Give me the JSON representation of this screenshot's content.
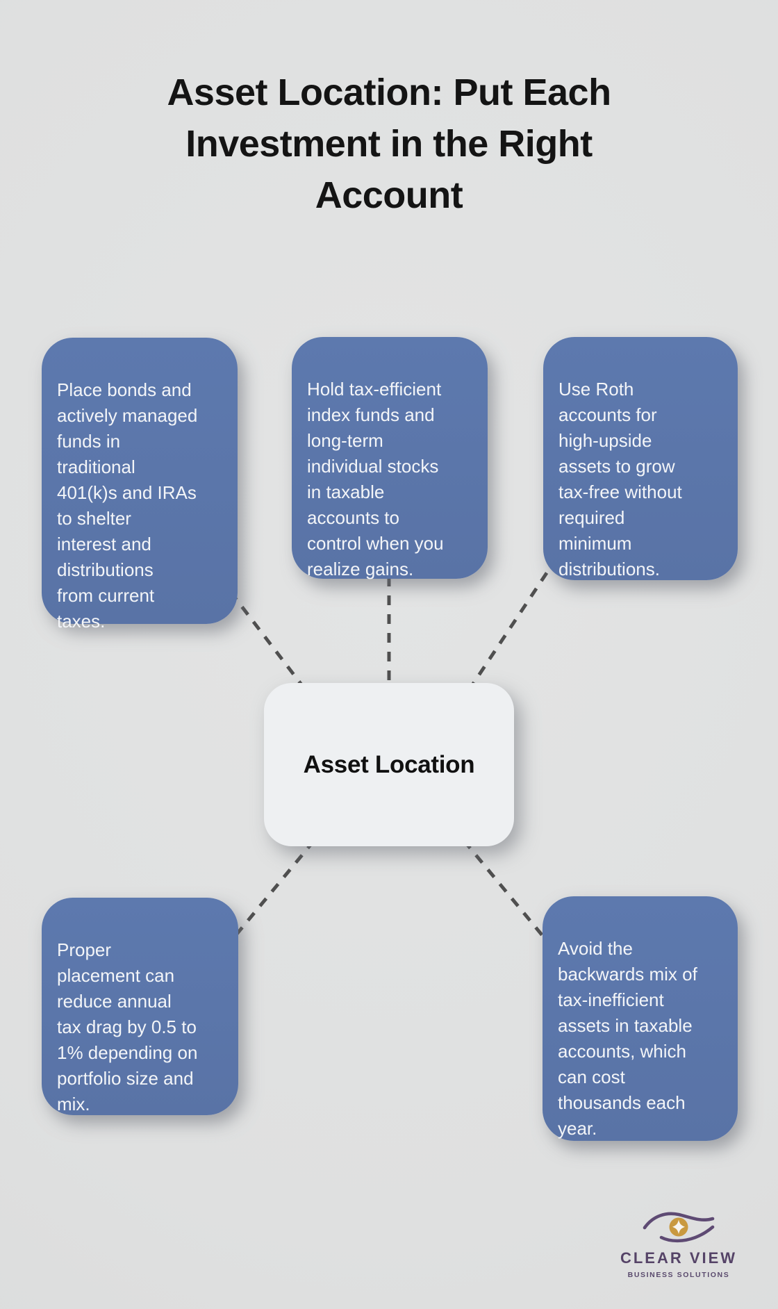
{
  "title": "Asset Location: Put Each\nInvestment in the Right\nAccount",
  "center_node": {
    "label": "Asset Location"
  },
  "nodes": [
    {
      "position": "top-left",
      "text": "Place bonds and\nactively managed\nfunds in\ntraditional\n401(k)s and IRAs\nto shelter\ninterest and\ndistributions\nfrom current\ntaxes."
    },
    {
      "position": "top-center",
      "text": "Hold tax-efficient\nindex funds and\nlong-term\nindividual stocks\nin taxable\naccounts to\ncontrol when you\nrealize gains."
    },
    {
      "position": "top-right",
      "text": "Use Roth\naccounts for\nhigh-upside\nassets to grow\ntax-free without\nrequired\nminimum\ndistributions."
    },
    {
      "position": "bottom-left",
      "text": "Proper\nplacement can\nreduce annual\ntax drag by 0.5 to\n1% depending on\nportfolio size and\nmix."
    },
    {
      "position": "bottom-right",
      "text": "Avoid the\nbackwards mix of\ntax-inefficient\nassets in taxable\naccounts, which\ncan cost\nthousands each\nyear."
    }
  ],
  "logo": {
    "name": "CLEAR VIEW",
    "tagline": "BUSINESS SOLUTIONS"
  },
  "colors": {
    "background": "#dfe0e0",
    "node_fill": "#5a76ab",
    "node_text": "#f3f5f8",
    "center_fill": "#eef0f2",
    "title_text": "#141414",
    "connector": "#4f4f4f",
    "logo_purple": "#5e4a73",
    "logo_gold": "#c9993f"
  }
}
